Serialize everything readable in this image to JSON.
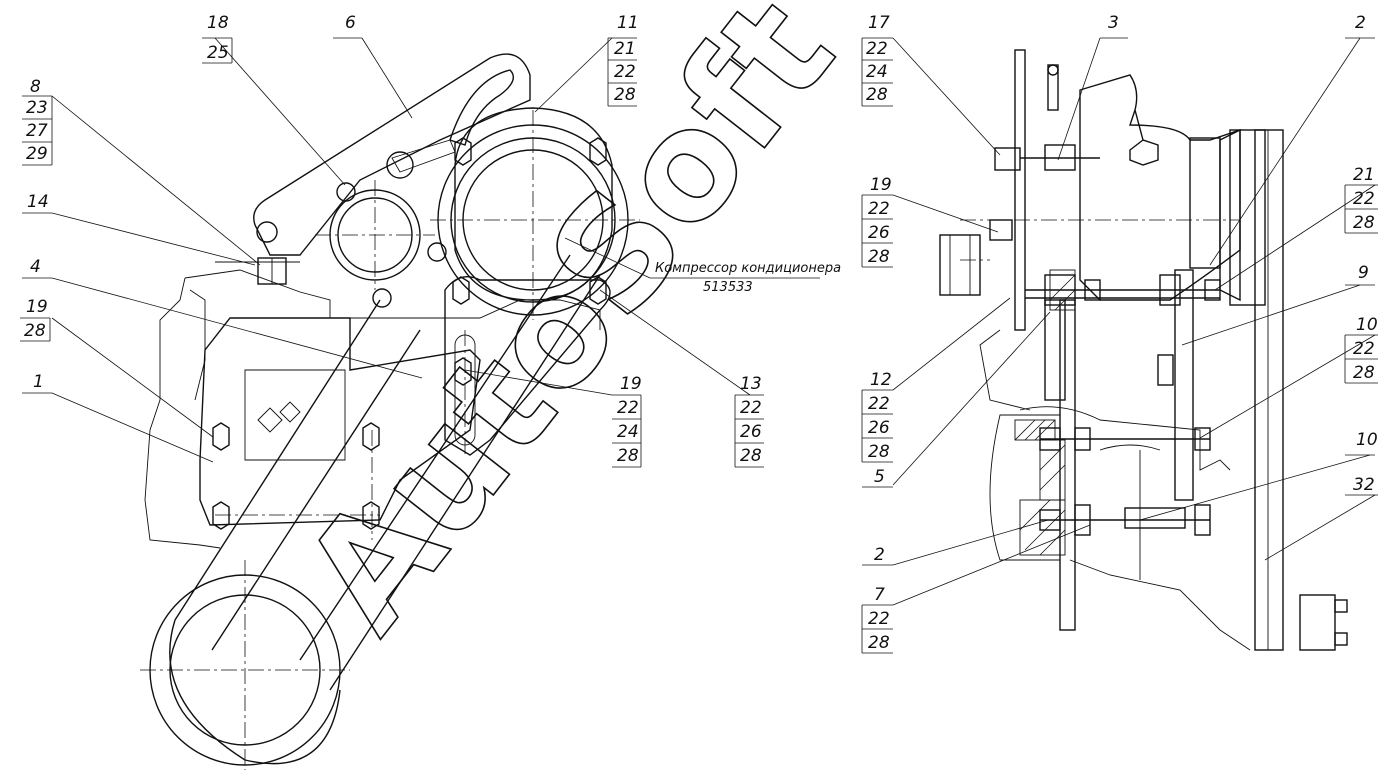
{
  "callouts": {
    "c18": [
      "18",
      "25"
    ],
    "c6": [
      "6"
    ],
    "c11": [
      "11",
      "21",
      "22",
      "28"
    ],
    "c8": [
      "8",
      "23",
      "27",
      "29"
    ],
    "c14": [
      "14"
    ],
    "c4": [
      "4"
    ],
    "c19a": [
      "19",
      "28"
    ],
    "c1": [
      "1"
    ],
    "c19b": [
      "19",
      "22",
      "24",
      "28"
    ],
    "c13": [
      "13",
      "22",
      "26",
      "28"
    ],
    "c17": [
      "17",
      "22",
      "24",
      "28"
    ],
    "c3": [
      "3"
    ],
    "c2a": [
      "2"
    ],
    "c21": [
      "21",
      "22",
      "28"
    ],
    "c19c": [
      "19",
      "22",
      "26",
      "28"
    ],
    "c9": [
      "9"
    ],
    "c10a": [
      "10",
      "22",
      "28"
    ],
    "c12": [
      "12",
      "22",
      "26",
      "28"
    ],
    "c5": [
      "5"
    ],
    "c10b": [
      "10"
    ],
    "c32": [
      "32"
    ],
    "c2b": [
      "2"
    ],
    "c7": [
      "7",
      "22",
      "28"
    ]
  },
  "compressor_note": {
    "title": "Компрессор кондиционера",
    "code": "513533"
  },
  "watermark": "AutoSoft"
}
